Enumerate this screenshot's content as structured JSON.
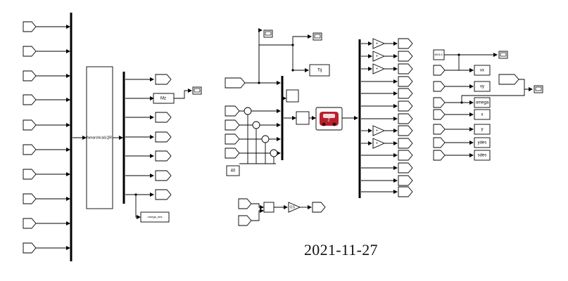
{
  "diagram": {
    "hierarchical_block_label": "hierarchicalLQR",
    "mz_label": "Mz",
    "omega_des_label": "omega_des",
    "tij_label": "Tij",
    "const_40": "40",
    "gain_label": "0.5",
    "const_80_36": "80/3.6",
    "output_labels": [
      "vx",
      "vy",
      "omega",
      "x",
      "y",
      "ydes",
      "sdes"
    ]
  },
  "footer": {
    "date": "2021-11-27"
  },
  "colors": {
    "line": "#000000",
    "car_block_bg": "#b8202e",
    "block_fill": "#ffffff"
  }
}
